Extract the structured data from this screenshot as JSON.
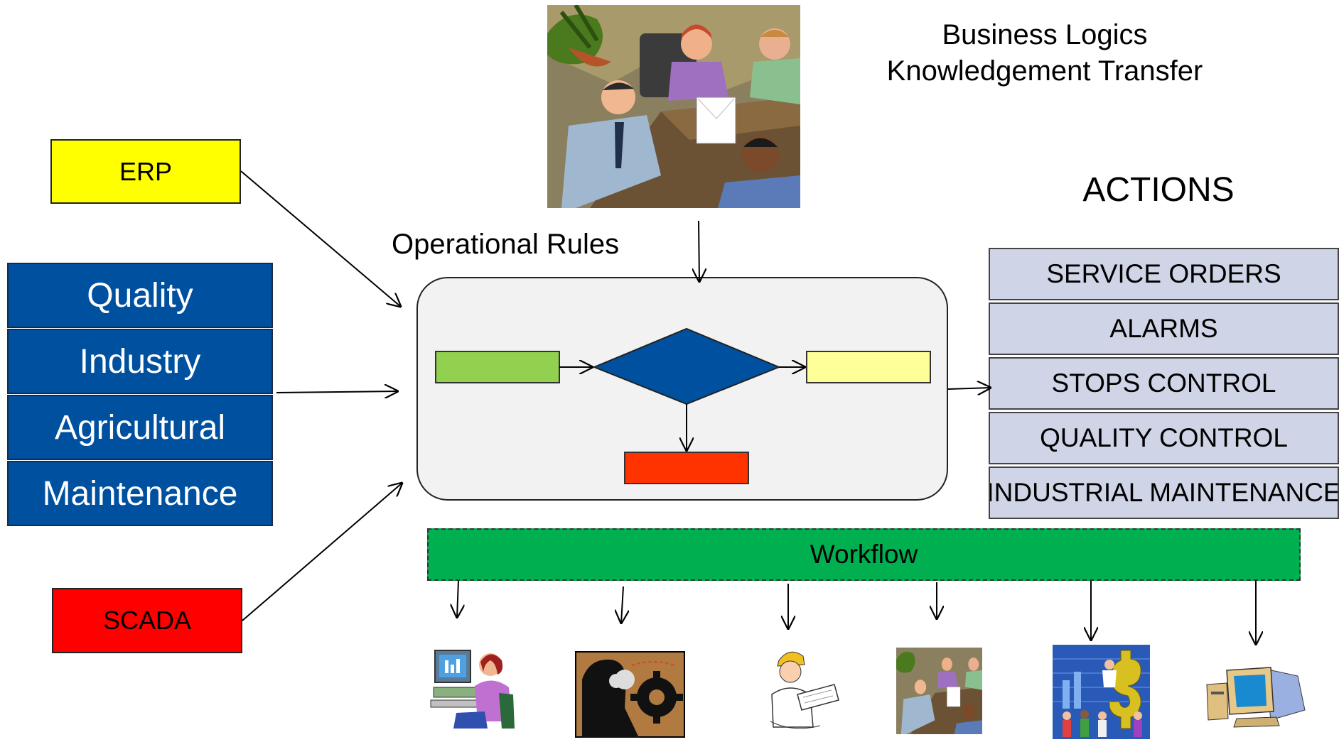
{
  "title": {
    "line1": "Business Logics",
    "line2": "Knowledgement Transfer"
  },
  "sources": {
    "erp": "ERP",
    "scada": "SCADA",
    "domains": [
      "Quality",
      "Industry",
      "Agricultural",
      "Maintenance"
    ],
    "colors": {
      "erp": "#ffff00",
      "scada": "#ff0000",
      "domains": "#0050a0"
    }
  },
  "rules": {
    "label": "Operational Rules",
    "flow_colors": {
      "start": "#92d050",
      "decision": "#0050a0",
      "yes": "#ffff99",
      "no": "#ff3300"
    }
  },
  "actions": {
    "label": "ACTIONS",
    "items": [
      "SERVICE ORDERS",
      "ALARMS",
      "STOPS CONTROL",
      "QUALITY CONTROL",
      "INDUSTRIAL MAINTENANCE"
    ],
    "color": "#cfd5e6"
  },
  "workflow": {
    "label": "Workflow",
    "color": "#00b050",
    "recipients": [
      "computer-user-clipart",
      "mind-gears-clipart",
      "engineer-plans-clipart",
      "meeting-clipart",
      "finance-team-clipart",
      "desktop-computer-clipart"
    ]
  },
  "meeting_image": "business-meeting-clipart"
}
